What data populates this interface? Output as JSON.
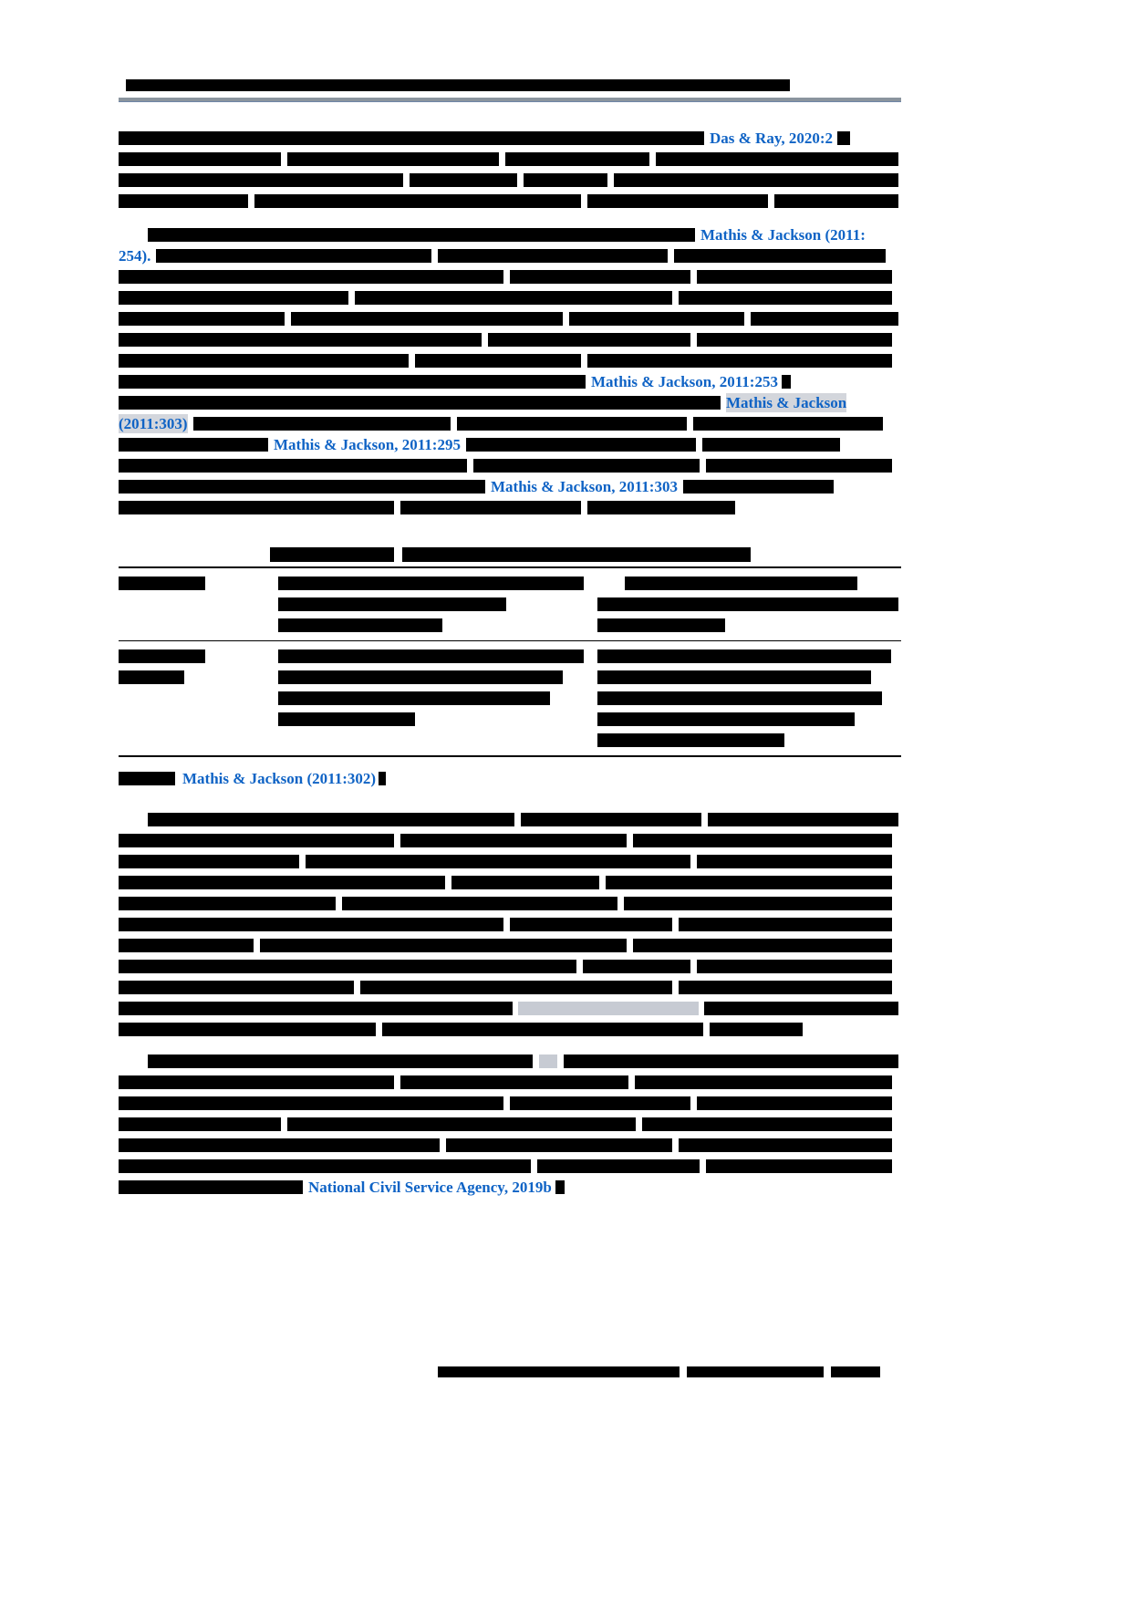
{
  "colors": {
    "redaction_black": "#000000",
    "gray_redaction": "#c7cbd3",
    "link_blue": "#0f63c5",
    "highlight_gray": "#d3d6dc",
    "rule_gray": "#8a949e",
    "page_background": "#ffffff"
  },
  "links": {
    "das_ray": "Das & Ray, 2020:2",
    "mj_2011_254_a": "Mathis & Jackson (2011:",
    "mj_2011_254_b": "254).",
    "mj_2011_253": "Mathis & Jackson, 2011:253",
    "mj_2011_303_a": "Mathis & Jackson",
    "mj_2011_303_b": "(2011:303)",
    "mj_2011_295": "Mathis & Jackson, 2011:295",
    "mj_2011_303_c": "Mathis & Jackson, 2011:303",
    "mj_2011_302": "Mathis & Jackson (2011:302)",
    "ncsa_2019b": "National Civil Service Agency, 2019b"
  },
  "highlighted": [
    "mj_2011_303_a",
    "mj_2011_303_b"
  ],
  "redactions": {
    "header_line": [
      [
        -8,
        728
      ]
    ],
    "p1": [
      [
        642,
        -6,
        "das_ray",
        -5,
        14
      ],
      [
        178,
        -7,
        232,
        -7,
        158,
        -7,
        266
      ],
      [
        312,
        -7,
        118,
        -7,
        92,
        -7,
        312
      ],
      [
        142,
        -7,
        358,
        -7,
        198,
        -7,
        136
      ]
    ],
    "p2": [
      [
        -32,
        600,
        -6,
        "mj_2011_254_a"
      ],
      [
        "mj_2011_254_b",
        -6,
        302,
        -7,
        252,
        -7,
        232
      ],
      [
        422,
        -7,
        198,
        -7,
        214
      ],
      [
        252,
        -7,
        348,
        -7,
        234
      ],
      [
        182,
        -7,
        298,
        -7,
        192,
        -7,
        162
      ],
      [
        398,
        -7,
        222,
        -7,
        214
      ],
      [
        318,
        -7,
        182,
        -7,
        334
      ],
      [
        512,
        -6,
        "mj_2011_253",
        -4,
        10
      ],
      [
        660,
        -6,
        "mj_2011_303_a"
      ],
      [
        "mj_2011_303_b",
        -6,
        282,
        -7,
        252,
        -7,
        208
      ],
      [
        164,
        -6,
        "mj_2011_295",
        -6,
        252,
        -7,
        151
      ],
      [
        382,
        -7,
        248,
        -7,
        204
      ],
      [
        402,
        -6,
        "mj_2011_303_c",
        -6,
        165
      ],
      [
        302,
        -7,
        198,
        -7,
        162
      ]
    ],
    "heading": [
      [
        136,
        -9,
        382
      ]
    ],
    "table": {
      "h1": [
        [
          95
        ]
      ],
      "h2": [
        [
          335
        ],
        [
          250
        ],
        [
          180
        ]
      ],
      "h3": [
        [
          -30,
          255
        ],
        [
          330
        ],
        [
          140
        ]
      ],
      "b1": [
        [
          95
        ],
        [
          72
        ]
      ],
      "b2": [
        [
          335
        ],
        [
          312
        ],
        [
          298
        ],
        [
          150
        ]
      ],
      "b3": [
        [
          322
        ],
        [
          300
        ],
        [
          312
        ],
        [
          282
        ],
        [
          205
        ]
      ]
    },
    "source": [
      [
        62,
        -8,
        "mj_2011_302",
        -3,
        8
      ]
    ],
    "p3": [
      [
        -32,
        402,
        -7,
        198,
        -7,
        209
      ],
      [
        302,
        -7,
        248,
        -7,
        284
      ],
      [
        198,
        -7,
        422,
        -7,
        214
      ],
      [
        358,
        -7,
        162,
        -7,
        314
      ],
      [
        238,
        -7,
        302,
        -7,
        294
      ],
      [
        422,
        -7,
        178,
        -7,
        234
      ],
      [
        148,
        -7,
        402,
        -7,
        284
      ],
      [
        502,
        -7,
        118,
        -7,
        214
      ],
      [
        258,
        -7,
        342,
        -7,
        234
      ],
      [
        432,
        -6,
        {
          "gb": 198
        },
        -6,
        213
      ],
      [
        282,
        -7,
        352,
        -7,
        102
      ]
    ],
    "p4": [
      [
        -32,
        422,
        -7,
        {
          "gb": 20
        },
        -7,
        367
      ],
      [
        302,
        -7,
        250,
        -7,
        282
      ],
      [
        422,
        -7,
        198,
        -7,
        214
      ],
      [
        178,
        -7,
        382,
        -7,
        274
      ],
      [
        352,
        -7,
        248,
        -7,
        234
      ],
      [
        452,
        -7,
        178,
        -7,
        204
      ],
      [
        202,
        -6,
        "ncsa_2019b",
        -4,
        10
      ]
    ],
    "footer": [
      [
        -350,
        265,
        -8,
        150,
        -8,
        54
      ]
    ]
  }
}
